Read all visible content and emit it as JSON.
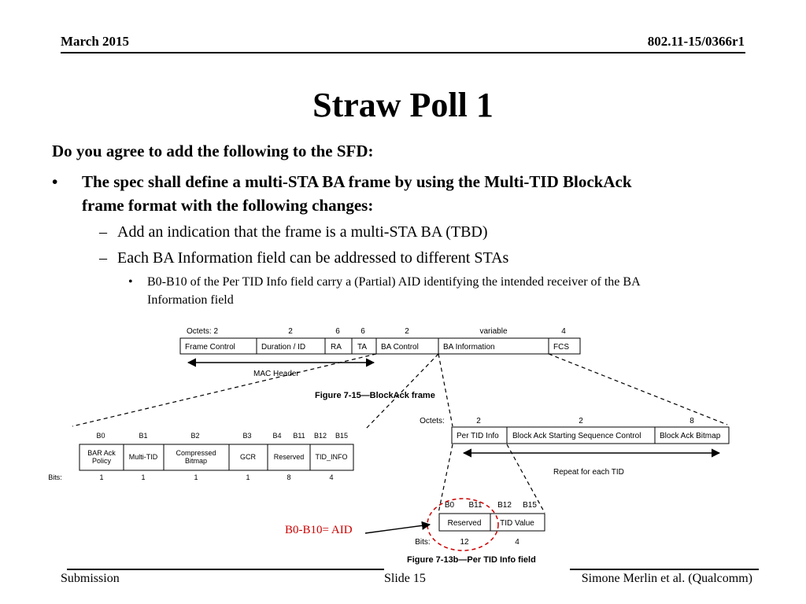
{
  "header": {
    "date": "March 2015",
    "doc_id": "802.11-15/0366r1"
  },
  "slide": {
    "title": "Straw Poll 1",
    "question": "Do you agree to add the following to the SFD:",
    "bullet_marker": "•",
    "bullet_line1": "The spec shall define a multi-STA BA frame by using the Multi-TID BlockAck",
    "bullet_line2": "frame format with the following changes:",
    "dash_marker": "–",
    "sub1": "Add an indication that the frame is a multi-STA BA (TBD)",
    "sub2": "Each BA Information field can be addressed to different STAs",
    "sub3_line1": "B0-B10 of the Per TID Info field carry a (Partial) AID identifying the intended receiver of the BA",
    "sub3_line2": "Information field"
  },
  "figure": {
    "frame": {
      "octets_label": "Octets: 2",
      "octets": [
        "2",
        "6",
        "6",
        "2",
        "variable",
        "4"
      ],
      "fields": [
        "Frame Control",
        "Duration / ID",
        "RA",
        "TA",
        "BA Control",
        "BA Information",
        "FCS"
      ],
      "mac_header": "MAC Header",
      "caption": "Figure 7-15—BlockAck frame"
    },
    "ba_control": {
      "bit_labels": [
        "B0",
        "B1",
        "B2",
        "B3",
        "B4",
        "B11",
        "B12",
        "B15"
      ],
      "fields": [
        "BAR Ack",
        "Policy",
        "Multi-TID",
        "Compressed",
        "Bitmap",
        "GCR",
        "Reserved",
        "TID_INFO"
      ],
      "bits_label": "Bits:",
      "bits": [
        "1",
        "1",
        "1",
        "1",
        "8",
        "4"
      ]
    },
    "ba_info": {
      "octets_label": "Octets:",
      "octets": [
        "2",
        "2",
        "8"
      ],
      "fields": [
        "Per TID Info",
        "Block Ack Starting Sequence Control",
        "Block Ack Bitmap"
      ],
      "repeat": "Repeat for each TID"
    },
    "per_tid": {
      "bit_labels": [
        "B0",
        "B11",
        "B12",
        "B15"
      ],
      "fields": [
        "Reserved",
        "TID Value"
      ],
      "bits_label": "Bits:",
      "bits": [
        "12",
        "4"
      ],
      "caption": "Figure 7-13b—Per TID Info field"
    },
    "annotation": "B0-B10= AID",
    "annotation_color": "#cc0000"
  },
  "footer": {
    "left": "Submission",
    "center": "Slide 15",
    "right": "Simone Merlin et al. (Qualcomm)"
  }
}
